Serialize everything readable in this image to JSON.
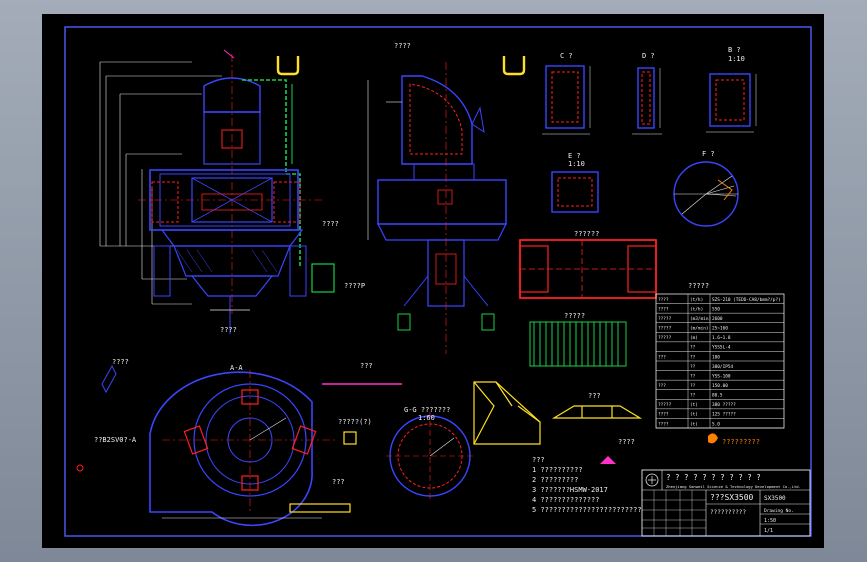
{
  "labels": {
    "section_aa": "A-A",
    "section_c": "C ?",
    "section_d": "D ?",
    "section_b": "B ?",
    "scale_b": "1:10",
    "section_e": "E ?",
    "scale_e": "1:10",
    "section_f": "F ?",
    "section_gg": "G-G ???????",
    "scale_gg": "1:60",
    "top_label": "????",
    "mid_label_1": "?????",
    "mid_label_2": "??????",
    "left_label": "????",
    "left_code": "??B2SV0?-A",
    "bottom_mid": "???",
    "small_label": "?????(?)",
    "fan_label": "???",
    "pipe_label": "???",
    "right_small": "????",
    "leg_1": "????P",
    "leg_2": "????",
    "leg_3": "????",
    "notes_title": "???"
  },
  "notes": [
    "1 ??????????",
    "2 ?????????",
    "3 ???????HSMW-2017",
    "4 ??????????????",
    "5 ????????????????????????"
  ],
  "spec_table": {
    "title": "?????",
    "rows": [
      [
        "????",
        "(t/h)",
        "SZS-210 (TEDD-CA8/bmm?/p?)"
      ],
      [
        "????",
        "(t/h)",
        "550"
      ],
      [
        "?????",
        "(m3/min)",
        "2600"
      ],
      [
        "?????",
        "(m/min)",
        "25~160"
      ],
      [
        "?????",
        "(m)",
        "1.6~1.8"
      ],
      [
        "",
        "??",
        "YSS5L-4"
      ],
      [
        "???",
        "??",
        "180"
      ],
      [
        "",
        "??",
        "380/IP54"
      ],
      [
        "",
        "??",
        "YSS-100"
      ],
      [
        "???",
        "??",
        "150.00"
      ],
      [
        "",
        "??",
        "80.5"
      ],
      [
        "?????",
        "(t)",
        "380 ?????"
      ],
      [
        "????",
        "(t)",
        "125 ?????"
      ],
      [
        "????",
        "(t)",
        "5.0"
      ]
    ]
  },
  "title_block": {
    "company": "? ? ? ? ? ? ? ? ? ? ?",
    "company_en": "Zhenjiang Sanweil Science & Technology Development Co.,Ltd.",
    "drawing_name": "???SX3500",
    "drawing_sub": "??????????",
    "model": "SX3500",
    "drawing_no": "Drawing  No.",
    "scale": "1:50",
    "sheet": "1/1",
    "brand": "?????????"
  },
  "colors": {
    "frame": "#5060ff",
    "blue": "#2c3cff",
    "red": "#ff2020",
    "green": "#18d048",
    "yellow": "#ffe020",
    "white": "#f0f0f0",
    "magenta": "#ff30d0",
    "orange": "#ff8000"
  }
}
